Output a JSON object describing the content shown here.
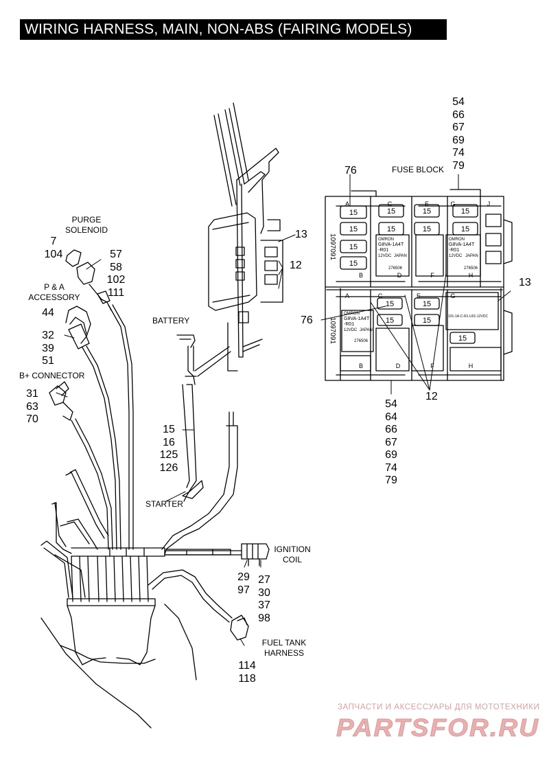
{
  "title": "WIRING HARNESS, MAIN, NON-ABS (FAIRING MODELS)",
  "labels": {
    "purge_solenoid": [
      "PURGE",
      "SOLENOID"
    ],
    "pa_accessory": [
      "P & A",
      "ACCESSORY"
    ],
    "b_connector": "B+ CONNECTOR",
    "battery": "BATTERY",
    "starter": "STARTER",
    "ignition_coil": [
      "IGNITION",
      "COIL"
    ],
    "fuel_tank_harness": [
      "FUEL TANK",
      "HARNESS"
    ],
    "fuse_block": "FUSE BLOCK"
  },
  "callouts": {
    "purge_a": [
      "7",
      "104"
    ],
    "purge_b": [
      "57",
      "58",
      "102",
      "111"
    ],
    "pa_44": "44",
    "pa_b": [
      "32",
      "39",
      "51"
    ],
    "bplus": [
      "31",
      "63",
      "70"
    ],
    "battery_stack": [
      "15",
      "16",
      "125",
      "126"
    ],
    "ign_a": [
      "29",
      "97"
    ],
    "ign_b": [
      "27",
      "30",
      "37",
      "98"
    ],
    "fuel": [
      "114",
      "118"
    ],
    "c13_top": "13",
    "c12_top": "12",
    "c13_right": "13",
    "c12_bottom": "12",
    "c76_top": "76",
    "c76_left": "76",
    "fuse_top": [
      "54",
      "66",
      "67",
      "69",
      "74",
      "79"
    ],
    "fuse_bottom": [
      "54",
      "64",
      "66",
      "67",
      "69",
      "74",
      "79"
    ]
  },
  "fuse_block": {
    "fuse_value": "15",
    "letters_top": [
      "A",
      "C",
      "E",
      "G",
      "J",
      "B",
      "D",
      "F",
      "H"
    ],
    "letters_bottom": [
      "A",
      "C",
      "E",
      "G",
      "B",
      "D",
      "F",
      "H"
    ],
    "part_numbers": [
      "1097091",
      "1097091"
    ],
    "relay_left_top": [
      "OMRON",
      "G8VA-1A4T",
      "-R01",
      "12VDC",
      "JAPAN",
      "276506"
    ],
    "relay_right_top": [
      "OMRON",
      "G8VA-1A4T",
      "-R01",
      "12VDC",
      "JAPAN",
      "276506"
    ],
    "relay_left_bottom": [
      "OMRON",
      "G8VA-1A4T",
      "-R01",
      "12VDC",
      "JAPAN",
      "276506"
    ],
    "relay_right_bottom": [
      "101-1A-C-R1-U01-12VDC"
    ]
  },
  "watermark": {
    "subtitle": "ЗАПЧАСТИ И АКСЕССУАРЫ ДЛЯ МОТОТЕХНИКИ",
    "logo": "PARTSFOR.RU",
    "logo_color": "#e8b0b0"
  }
}
